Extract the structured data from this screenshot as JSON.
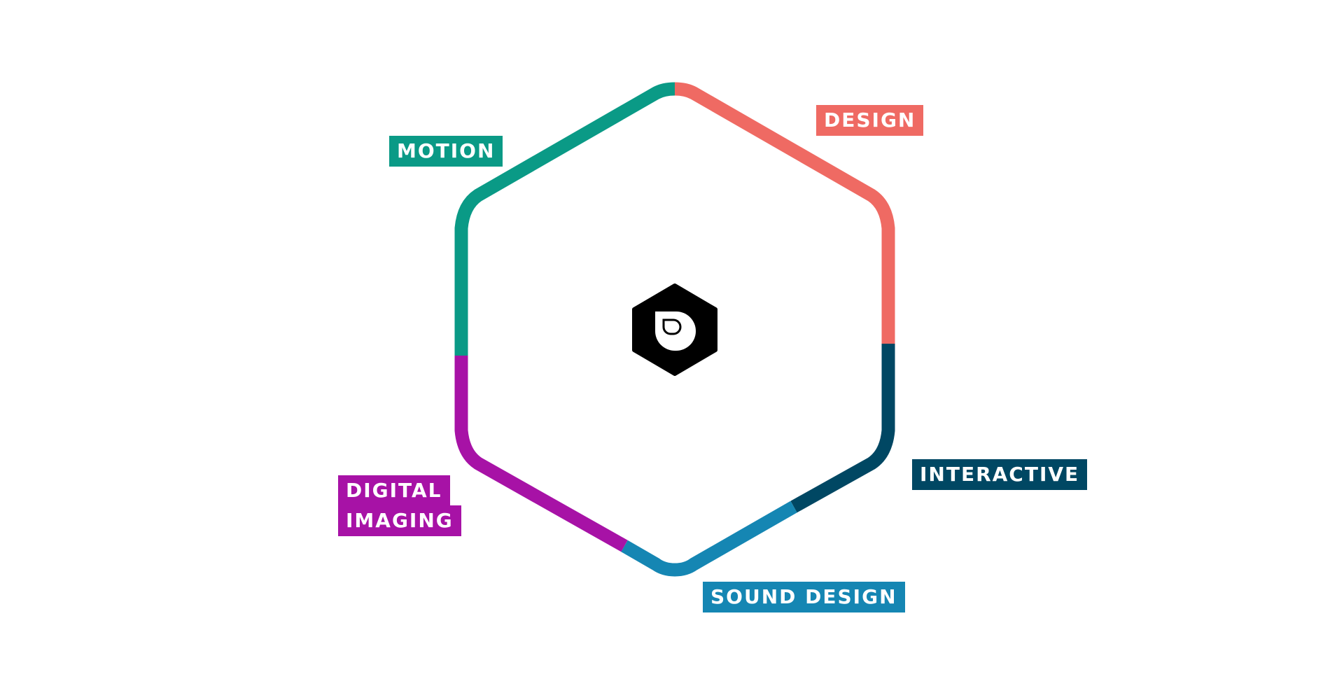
{
  "disciplines": [
    {
      "id": "motion",
      "label": "MOTION",
      "color": "#0a9a86"
    },
    {
      "id": "design",
      "label": "DESIGN",
      "color": "#ef6a63"
    },
    {
      "id": "interactive",
      "label": "INTERACTIVE",
      "color": "#004763"
    },
    {
      "id": "sound",
      "label": "SOUND DESIGN",
      "color": "#1586b3"
    },
    {
      "id": "imaging",
      "label_lines": [
        "DIGITAL",
        "IMAGING"
      ],
      "color": "#a712a6"
    }
  ],
  "logo": {
    "icon": "brand-logo-icon",
    "color": "#000000"
  }
}
